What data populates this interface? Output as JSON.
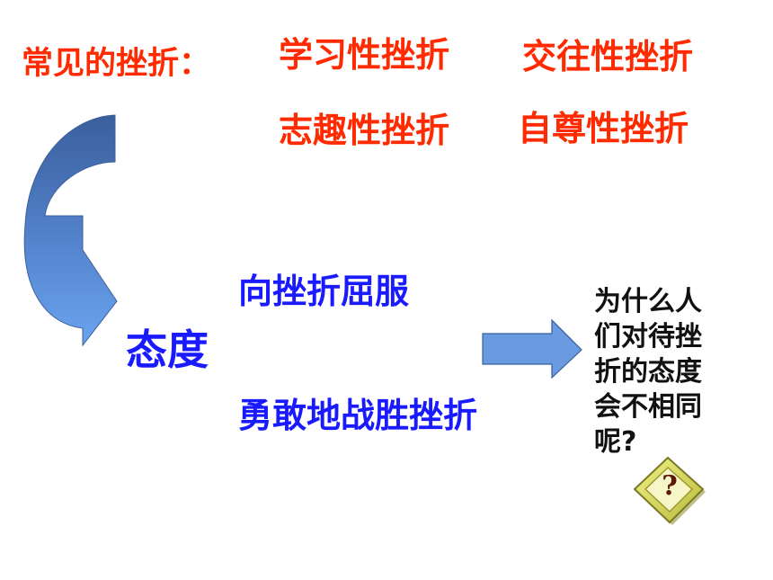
{
  "heading": "常见的挫折：",
  "frustration_types": [
    "学习性挫折",
    "交往性挫折",
    "志趣性挫折",
    "自尊性挫折"
  ],
  "attitude_label": "态度",
  "attitude_options": [
    "向挫折屈服",
    "勇敢地战胜挫折"
  ],
  "question_text": "为什么人们对待挫折的态度会不相同呢?",
  "question_badge_symbol": "?",
  "icons": {
    "curved_arrow": "curved-arrow-icon",
    "right_arrow": "right-arrow-icon",
    "question_badge": "question-mark-icon"
  },
  "colors": {
    "heading": "#ff2a00",
    "frustration_types": "#ff2a00",
    "attitude": "#1a1aff",
    "question": "#111111",
    "arrow_fill": "#6a9be0",
    "arrow_dark": "#3a5f9c",
    "badge_fill": "#dede5a"
  }
}
